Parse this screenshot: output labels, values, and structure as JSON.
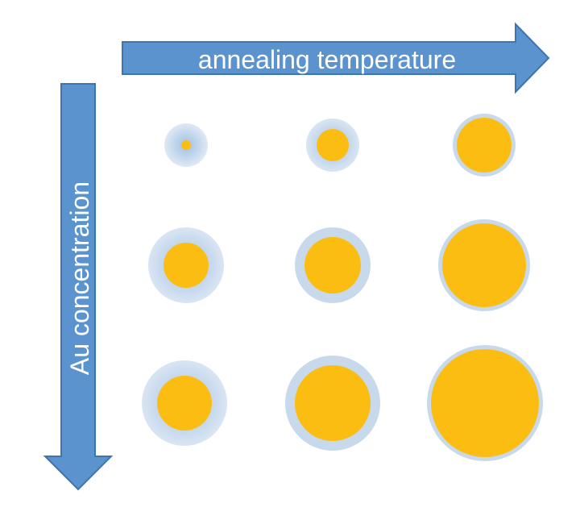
{
  "axes": {
    "horizontal_label": "annealing temperature",
    "vertical_label": "Au concentration"
  },
  "colors": {
    "arrow_fill": "#5b93cf",
    "arrow_stroke": "#3f75ae",
    "core": "#fbbd11",
    "shell": "#c8d9ec",
    "shell_fade": "#dfe9f5"
  },
  "particle_grid": {
    "rows": 3,
    "columns": 3
  }
}
